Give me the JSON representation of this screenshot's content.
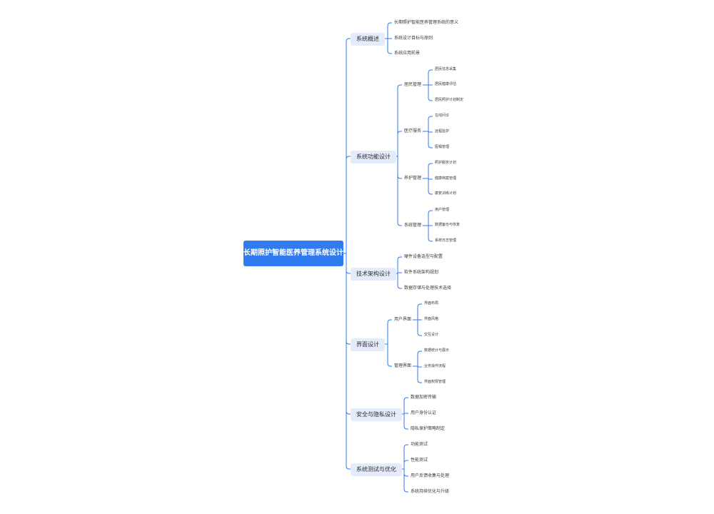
{
  "mindmap": {
    "root": "长期照护智能医养管理系统设计",
    "branches": [
      {
        "label": "系统概述",
        "children": [
          {
            "label": "长期照护智能医养管理系统的意义"
          },
          {
            "label": "系统设计目标与原则"
          },
          {
            "label": "系统应用前景"
          }
        ]
      },
      {
        "label": "系统功能设计",
        "children": [
          {
            "label": "居民管理",
            "children": [
              {
                "label": "居民信息采集"
              },
              {
                "label": "居民健康评估"
              },
              {
                "label": "居民照护计划制定"
              }
            ]
          },
          {
            "label": "医疗服务",
            "children": [
              {
                "label": "在线问诊"
              },
              {
                "label": "远程监护"
              },
              {
                "label": "医嘱管理"
              }
            ]
          },
          {
            "label": "养护管理",
            "children": [
              {
                "label": "照护服务计划"
              },
              {
                "label": "健康档案管理"
              },
              {
                "label": "康复训练计划"
              }
            ]
          },
          {
            "label": "系统管理",
            "children": [
              {
                "label": "用户管理"
              },
              {
                "label": "数据备份与恢复"
              },
              {
                "label": "系统日志管理"
              }
            ]
          }
        ]
      },
      {
        "label": "技术架构设计",
        "children": [
          {
            "label": "硬件设备选型与配置"
          },
          {
            "label": "软件系统架构规划"
          },
          {
            "label": "数据存储与处理技术选择"
          }
        ]
      },
      {
        "label": "界面设计",
        "children": [
          {
            "label": "用户界面",
            "children": [
              {
                "label": "界面布局"
              },
              {
                "label": "界面风格"
              },
              {
                "label": "交互设计"
              }
            ]
          },
          {
            "label": "管理界面",
            "children": [
              {
                "label": "数据统计与展示"
              },
              {
                "label": "业务操作流程"
              },
              {
                "label": "界面权限管理"
              }
            ]
          }
        ]
      },
      {
        "label": "安全与隐私设计",
        "children": [
          {
            "label": "数据加密传输"
          },
          {
            "label": "用户身份认证"
          },
          {
            "label": "隐私保护策略制定"
          }
        ]
      },
      {
        "label": "系统测试与优化",
        "children": [
          {
            "label": "功能测试"
          },
          {
            "label": "性能测试"
          },
          {
            "label": "用户反馈收集与处理"
          },
          {
            "label": "系统持续优化与升级"
          }
        ]
      }
    ]
  },
  "colors": {
    "root_fill": "#2f7bef",
    "branch_fill": "#e4ecfb",
    "line": "#2f7bef"
  }
}
